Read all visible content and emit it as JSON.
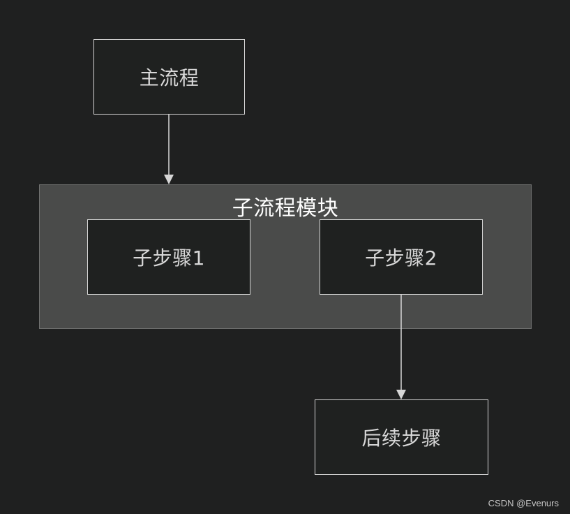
{
  "diagram": {
    "nodes": {
      "main": "主流程",
      "step1": "子步骤1",
      "step2": "子步骤2",
      "next": "后续步骤"
    },
    "cluster": {
      "title": "子流程模块"
    },
    "edges": [
      {
        "from": "main",
        "to": "cluster"
      },
      {
        "from": "step2",
        "to": "next"
      }
    ],
    "colors": {
      "background": "#1f2020",
      "node_fill": "#1f2120",
      "node_border": "#d6d6d6",
      "cluster_fill": "#4a4b4a",
      "edge": "#d6d6d6"
    }
  },
  "watermark": "CSDN @Evenurs"
}
